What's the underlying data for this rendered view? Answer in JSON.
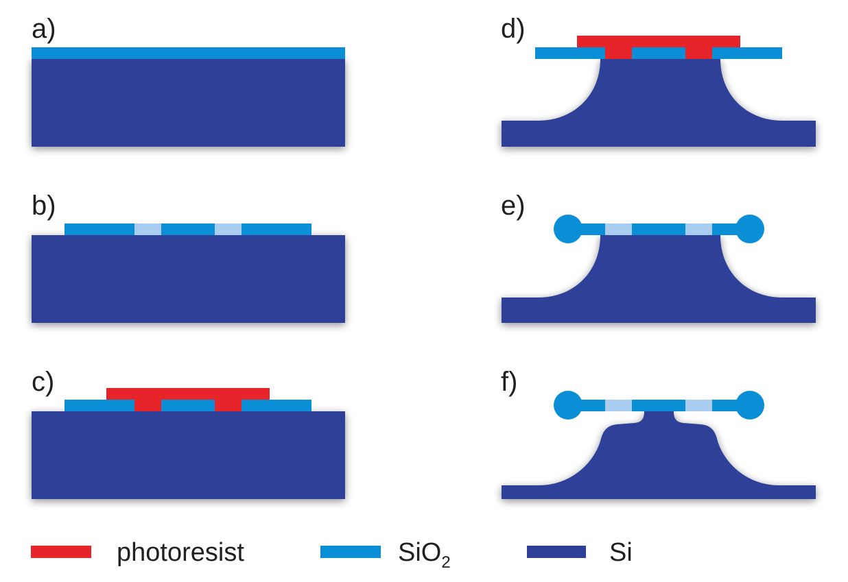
{
  "colors": {
    "photoresist": "#e8242b",
    "sio2": "#0a8fd6",
    "sio2_light": "#a9cdf0",
    "si": "#2f3f97",
    "background": "#ffffff",
    "text": "#231f20"
  },
  "panels": {
    "a": {
      "label": "a)"
    },
    "b": {
      "label": "b)"
    },
    "c": {
      "label": "c)"
    },
    "d": {
      "label": "d)"
    },
    "e": {
      "label": "e)"
    },
    "f": {
      "label": "f)"
    }
  },
  "legend": {
    "photoresist": {
      "label": "photoresist"
    },
    "sio2": {
      "label": "SiO",
      "subscript": "2"
    },
    "si": {
      "label": "Si"
    }
  }
}
